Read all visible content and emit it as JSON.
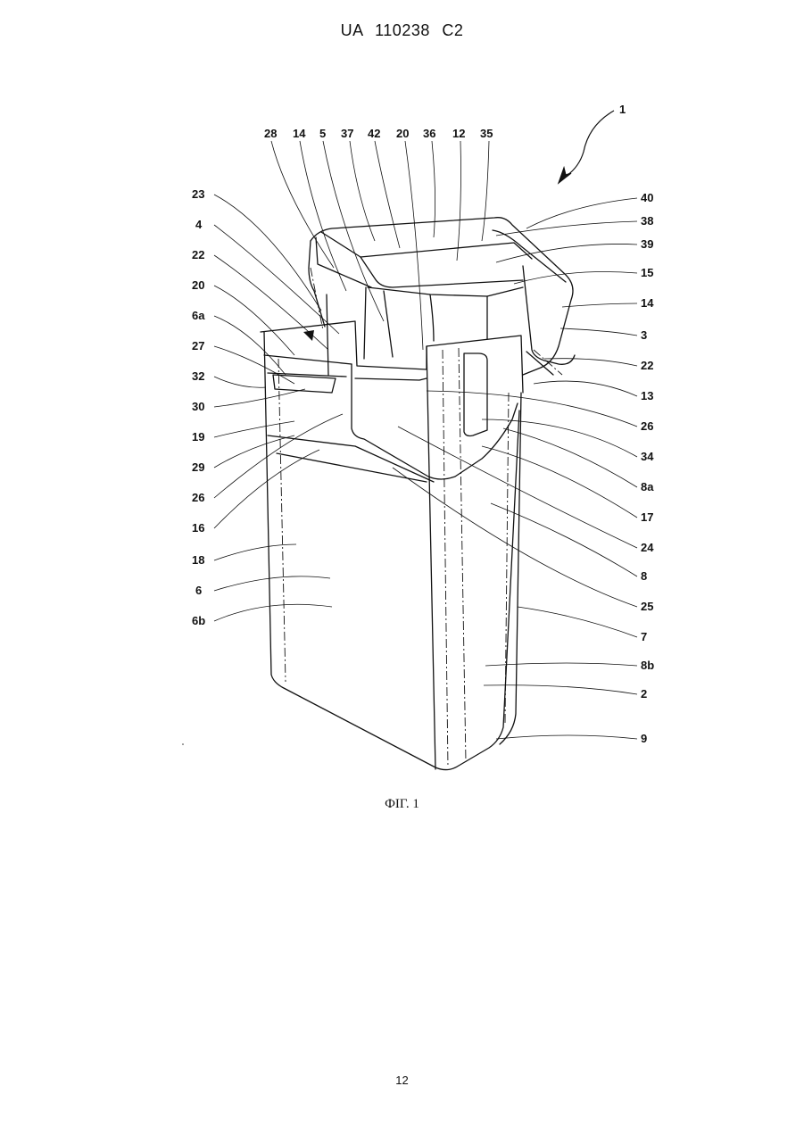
{
  "header": {
    "patent_id": "UA   110238   C2"
  },
  "figure": {
    "caption": "ФІГ. 1",
    "labels": {
      "l1": "1",
      "top": [
        "28",
        "14",
        "5",
        "37",
        "42",
        "20",
        "36",
        "12",
        "35"
      ],
      "left": [
        "23",
        "4",
        "22",
        "20",
        "6a",
        "27",
        "32",
        "30",
        "19",
        "29",
        "26",
        "16",
        "18",
        "6",
        "6b"
      ],
      "right": [
        "40",
        "38",
        "39",
        "15",
        "14",
        "3",
        "22",
        "13",
        "26",
        "34",
        "8a",
        "17",
        "24",
        "8",
        "25",
        "7",
        "8b",
        "2",
        "9"
      ]
    }
  },
  "footer": {
    "page_number": "12"
  }
}
